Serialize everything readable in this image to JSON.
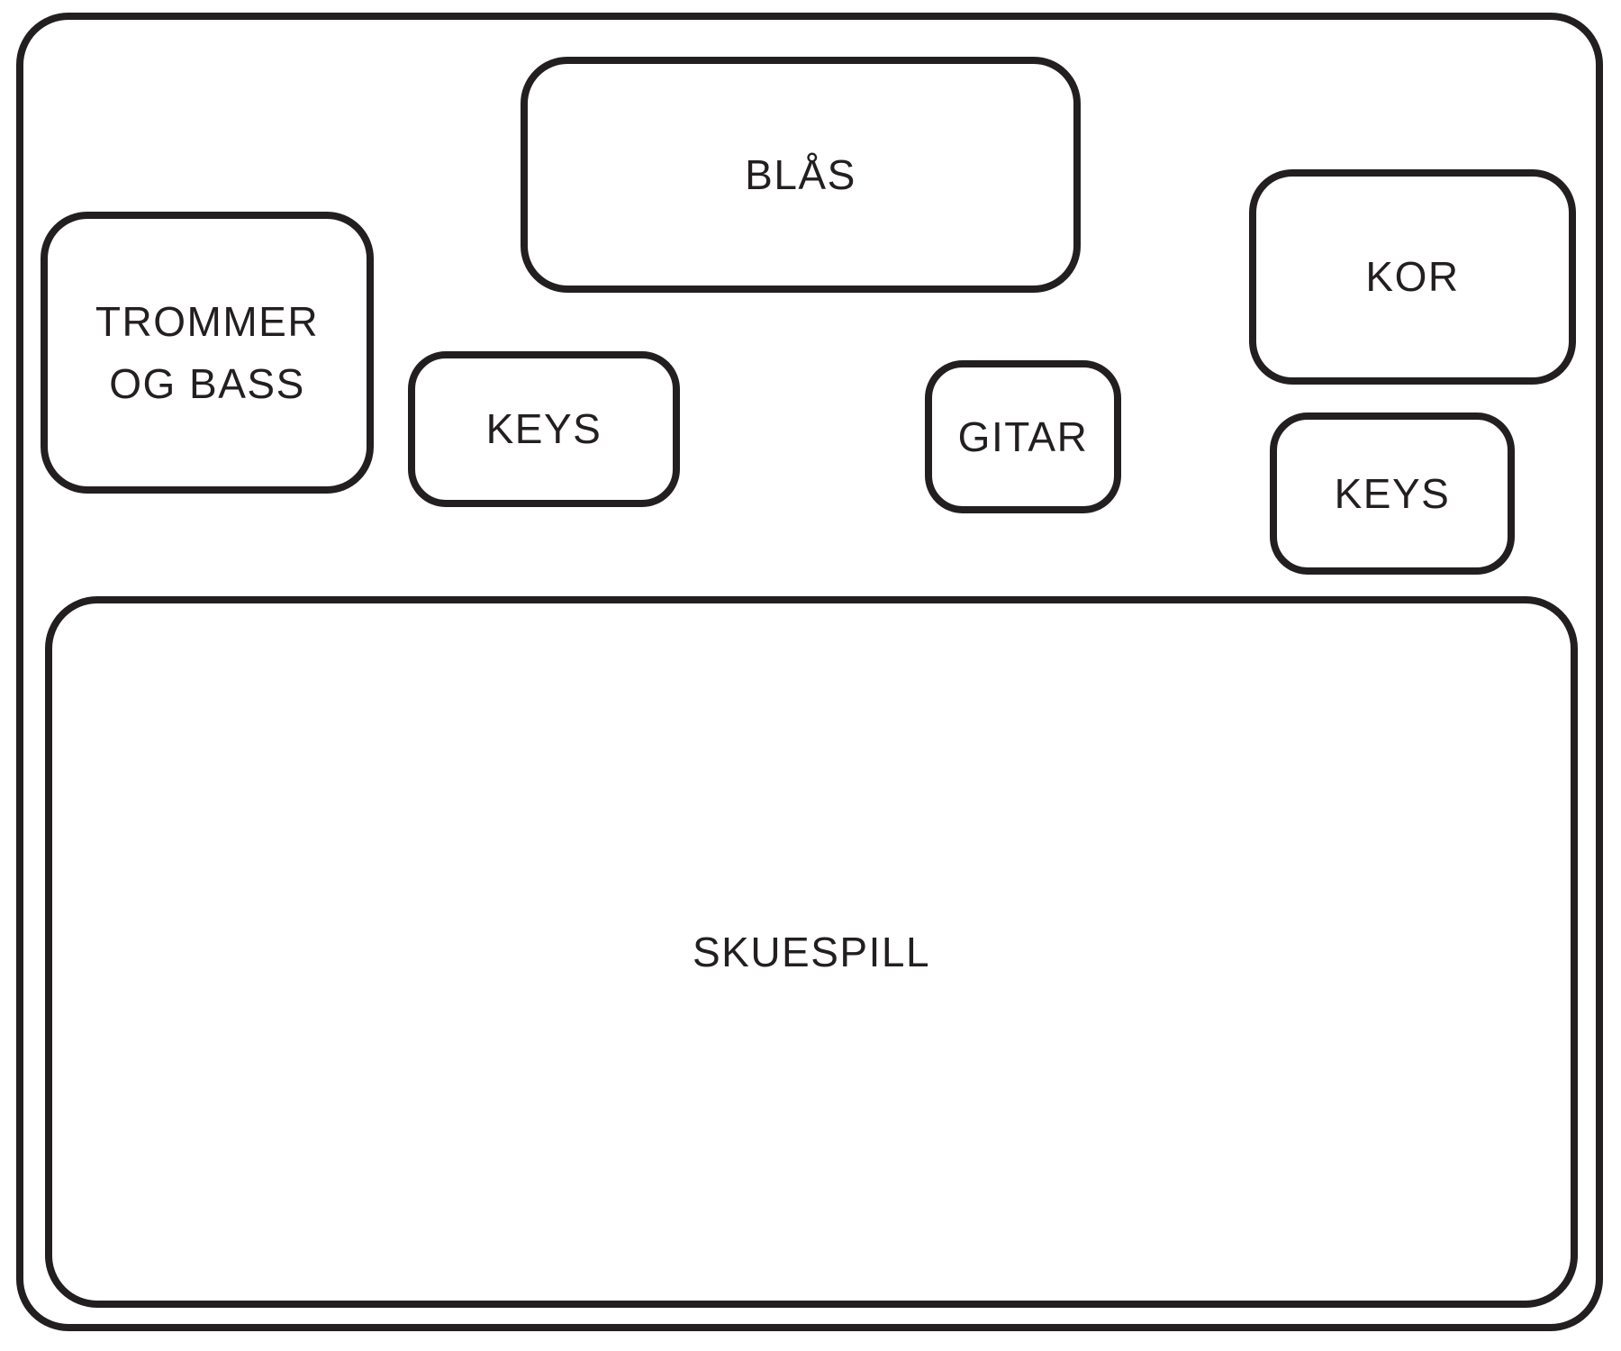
{
  "colors": {
    "stroke": "#231f20",
    "background": "#ffffff"
  },
  "stage_plan": {
    "areas": {
      "blas": {
        "label": "BLÅS"
      },
      "trommer": {
        "lines": [
          "TROMMER",
          "OG BASS"
        ]
      },
      "keys_left": {
        "label": "KEYS"
      },
      "gitar": {
        "label": "GITAR"
      },
      "kor": {
        "label": "KOR"
      },
      "keys_right": {
        "label": "KEYS"
      },
      "skuespill": {
        "label": "SKUESPILL"
      }
    }
  }
}
